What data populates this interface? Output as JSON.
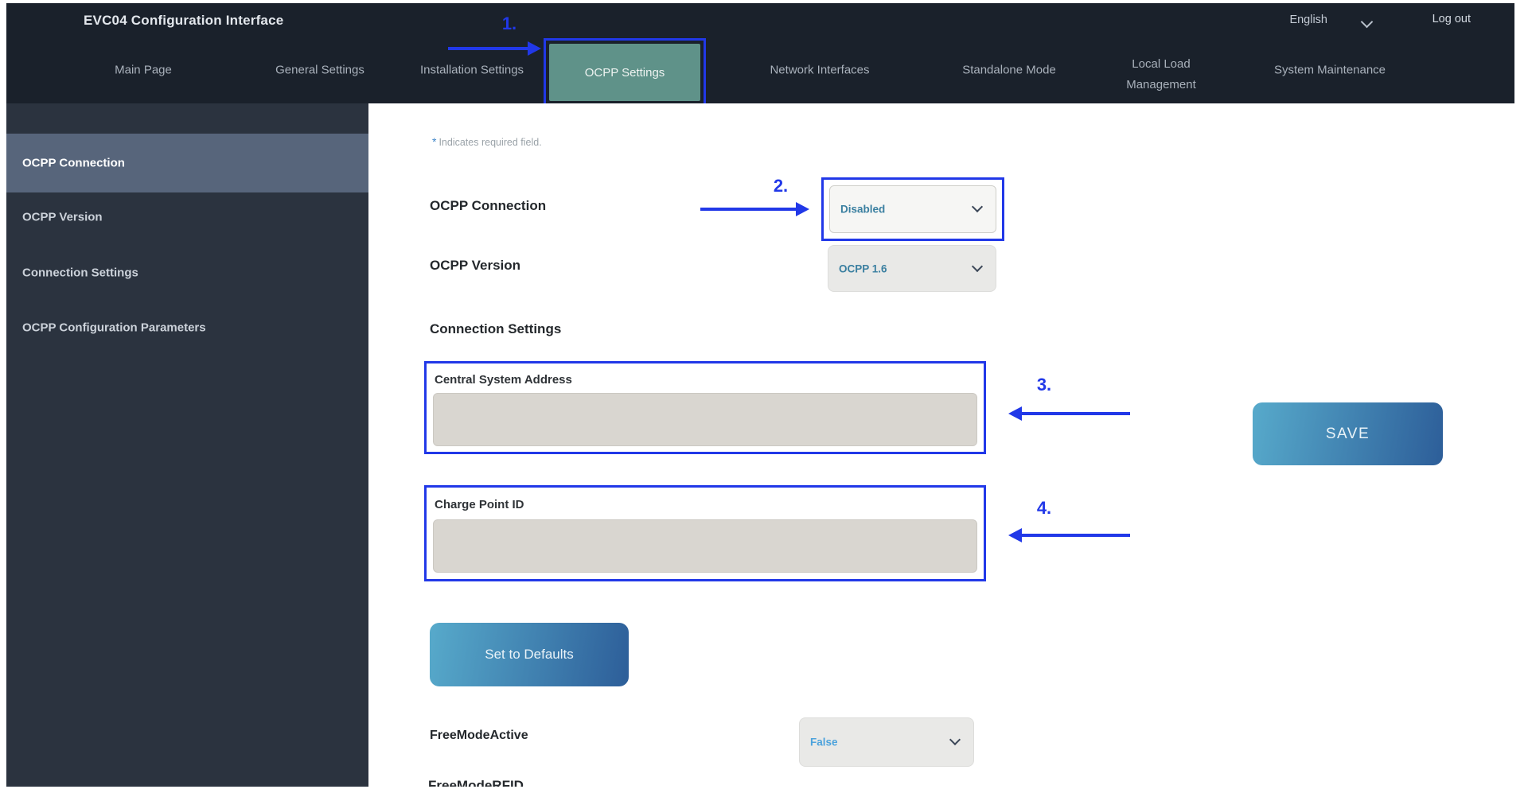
{
  "header": {
    "title": "EVC04 Configuration Interface",
    "language_selector": {
      "value": "English"
    },
    "logout_label": "Log out",
    "tabs": [
      {
        "label": "Main Page",
        "active": false
      },
      {
        "label": "General Settings",
        "active": false
      },
      {
        "label": "Installation Settings",
        "active": false
      },
      {
        "label": "OCPP Settings",
        "active": true
      },
      {
        "label": "Network Interfaces",
        "active": false
      },
      {
        "label": "Standalone Mode",
        "active": false
      },
      {
        "label": "Local Load Management",
        "active": false
      },
      {
        "label": "System Maintenance",
        "active": false
      }
    ]
  },
  "sidebar": {
    "items": [
      {
        "label": "OCPP Connection",
        "active": true
      },
      {
        "label": "OCPP Version",
        "active": false
      },
      {
        "label": "Connection Settings",
        "active": false
      },
      {
        "label": "OCPP Configuration Parameters",
        "active": false
      }
    ]
  },
  "main": {
    "required_note": {
      "asterisk": "*",
      "text": "Indicates required field."
    },
    "ocpp_connection": {
      "label": "OCPP Connection",
      "value": "Disabled"
    },
    "ocpp_version": {
      "label": "OCPP Version",
      "value": "OCPP 1.6"
    },
    "connection_settings_heading": "Connection Settings",
    "central_system_address": {
      "label": "Central System Address",
      "value": ""
    },
    "charge_point_id": {
      "label": "Charge Point ID",
      "value": ""
    },
    "free_mode_active": {
      "label": "FreeModeActive",
      "value": "False"
    },
    "free_mode_rfid": {
      "label": "FreeModeRFID"
    },
    "save_button_label": "SAVE",
    "set_to_defaults_label": "Set to Defaults"
  },
  "annotations": {
    "step1": "1.",
    "step2": "2.",
    "step3": "3.",
    "step4": "4.",
    "accent_color": "#2138e8"
  },
  "colors": {
    "topbar_bg": "#1a212b",
    "sidebar_bg": "#2b333f",
    "sidebar_active_bg": "#57657b",
    "active_tab_bg": "#5f9289",
    "annotation_blue": "#2138e8",
    "dropdown_text_teal": "#3a7fa0",
    "false_text_blue": "#4da3dc",
    "input_gray": "#d9d6d0",
    "button_gradient_start": "#57aacb",
    "button_gradient_end": "#2d5e99"
  }
}
